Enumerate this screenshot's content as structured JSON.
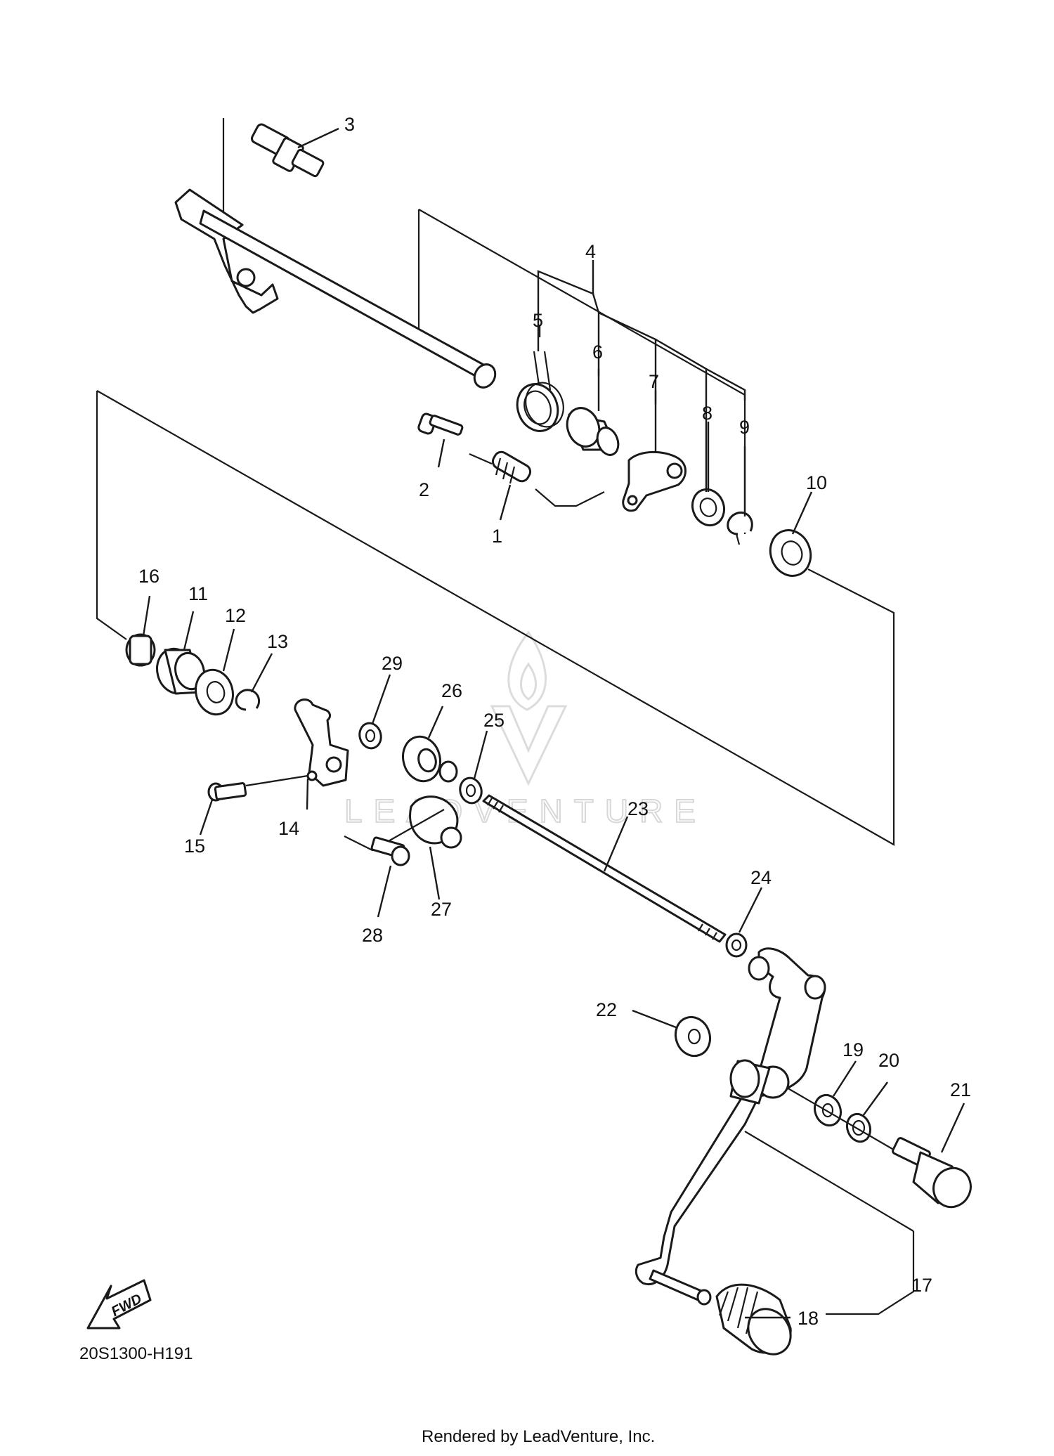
{
  "diagram": {
    "callouts": [
      "1",
      "2",
      "3",
      "4",
      "5",
      "6",
      "7",
      "8",
      "9",
      "10",
      "11",
      "12",
      "13",
      "14",
      "15",
      "16",
      "17",
      "18",
      "19",
      "20",
      "21",
      "22",
      "23",
      "24",
      "25",
      "26",
      "27",
      "28",
      "29"
    ],
    "watermark": "LEADVENTURE",
    "fwd_label": "FWD",
    "part_code": "20S1300-H191",
    "footer": "Rendered by LeadVenture, Inc."
  }
}
